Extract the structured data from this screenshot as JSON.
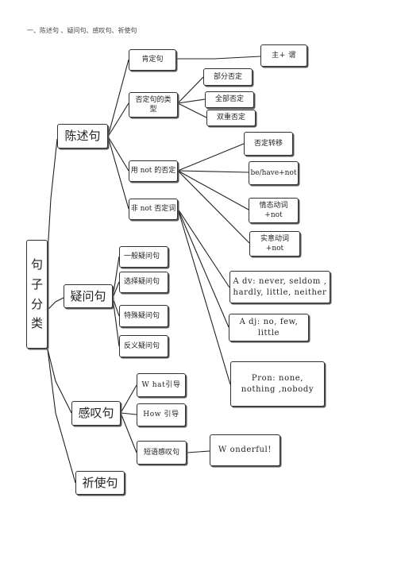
{
  "heading": "一、陈述句    、疑问句、感叹句、祈使句",
  "root": "句\n子\n分\n类",
  "declarative": {
    "label": "陈述句",
    "affirmative": {
      "label": "肯定句",
      "note": "主+ 谓"
    },
    "negative_types": {
      "label": "否定句的类\n型",
      "items": [
        "部分否定",
        "全部否定",
        "双重否定"
      ]
    },
    "not_negation": {
      "label": "用 not 的否定",
      "items": [
        "否定转移",
        "be/have+not",
        "情态动词\n+not",
        "实意动词\n+not"
      ]
    },
    "non_not_negation": {
      "label": "非 not 否定词",
      "items": [
        "A dv: never, seldom ,\nhardly, little, neither",
        "A dj: no, few, little",
        "Pron: none,\nnothing ,nobody"
      ]
    }
  },
  "interrogative": {
    "label": "疑问句",
    "items": [
      "一般疑问句",
      "选择疑问句",
      "特殊疑问句",
      "反义疑问句"
    ]
  },
  "exclamatory": {
    "label": "感叹句",
    "items": [
      "W hat引导",
      "How 引导",
      "短语感叹句"
    ],
    "example": "W onderful!"
  },
  "imperative": {
    "label": "祈使句"
  }
}
